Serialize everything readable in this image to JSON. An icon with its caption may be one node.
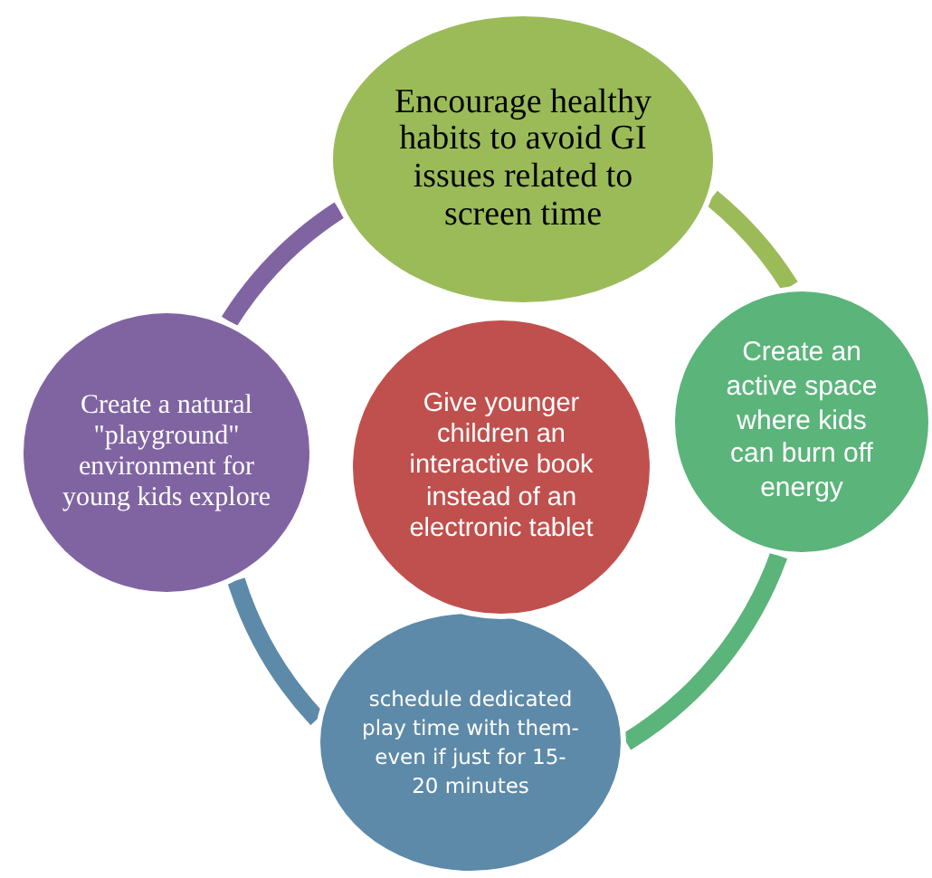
{
  "diagram": {
    "nodes": [
      {
        "text": [
          "Encourage healthy habits to avoid GI issues related to screen time"
        ]
      },
      {
        "text": [
          "Create an active space where kids can burn off energy"
        ]
      },
      {
        "text": [
          "schedule dedicated play time with them- even if just for 15-20 minutes"
        ]
      },
      {
        "text": [
          "Create a natural \"playground\" environment for young kids explore"
        ]
      },
      {
        "text": [
          "Give younger children an interactive book instead of an electronic tablet"
        ]
      }
    ],
    "edges": [
      {
        "from": 0,
        "to": 1,
        "arrow": "none",
        "color": "#9bbb59"
      },
      {
        "from": 1,
        "to": 2,
        "arrow": "none",
        "color": "#5bb47a"
      },
      {
        "from": 2,
        "to": 3,
        "arrow": "none",
        "color": "#5d8aa8"
      },
      {
        "from": 3,
        "to": 0,
        "arrow": "none",
        "color": "#8064a2"
      }
    ]
  }
}
